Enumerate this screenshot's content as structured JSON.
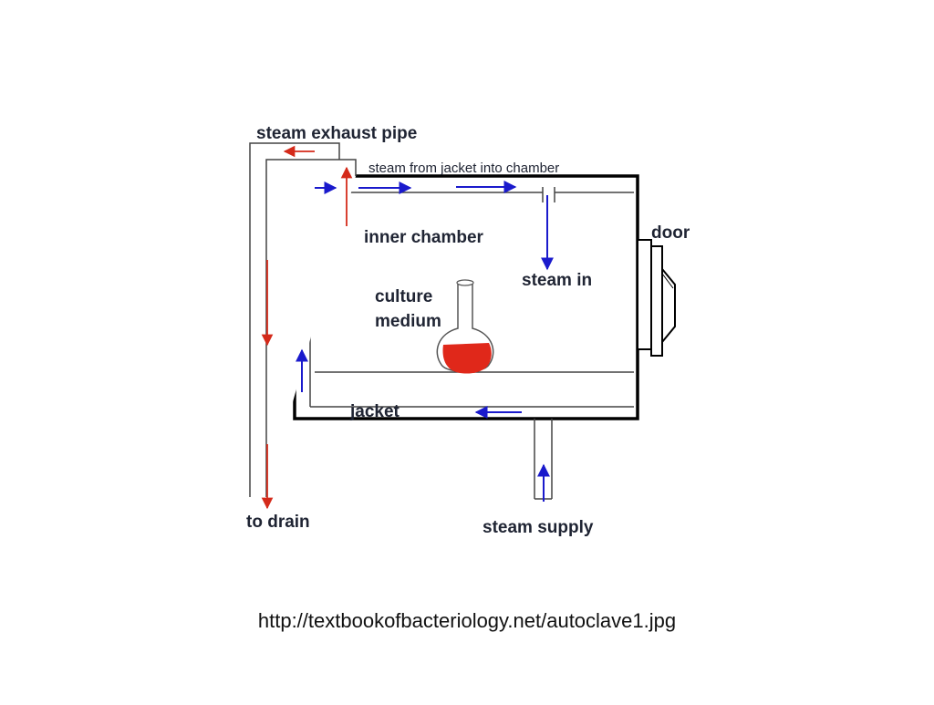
{
  "diagram": {
    "labels": {
      "steam_exhaust_pipe": "steam exhaust pipe",
      "steam_from_jacket": "steam from jacket into chamber",
      "inner_chamber": "inner chamber",
      "door": "door",
      "steam_in": "steam in",
      "culture": "culture",
      "medium": "medium",
      "jacket": "jacket",
      "to_drain": "to drain",
      "steam_supply": "steam supply"
    },
    "colors": {
      "outline": "#000000",
      "steam_flow_arrow": "#1a1acc",
      "exhaust_flow_arrow": "#d42a1a",
      "culture_medium": "#e0281a"
    }
  },
  "caption": "http://textbookofbacteriology.net/autoclave1.jpg"
}
